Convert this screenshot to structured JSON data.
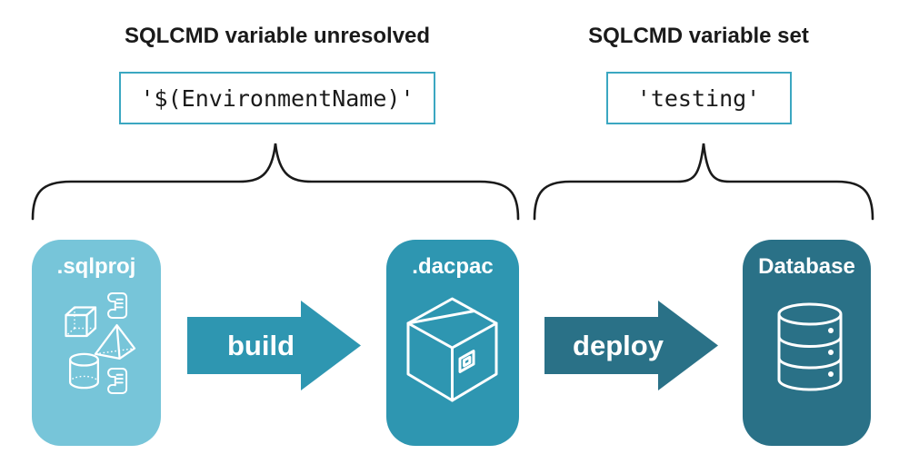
{
  "annotations": {
    "left": {
      "title": "SQLCMD variable unresolved",
      "code": "'$(EnvironmentName)'"
    },
    "right": {
      "title": "SQLCMD variable set",
      "code": "'testing'"
    }
  },
  "pipeline": {
    "stages": [
      {
        "label": ".sqlproj",
        "color": "#77C5D9",
        "icons": [
          "scroll-icon",
          "cube-icon",
          "pyramid-icon",
          "cylinder-icon",
          "scroll-icon"
        ]
      },
      {
        "label": ".dacpac",
        "color": "#2E96B1",
        "icons": [
          "package-icon"
        ]
      },
      {
        "label": "Database",
        "color": "#2A7187",
        "icons": [
          "database-icon"
        ]
      }
    ],
    "arrows": [
      {
        "label": "build",
        "color": "#2E96B1"
      },
      {
        "label": "deploy",
        "color": "#2A7187"
      }
    ]
  },
  "colors": {
    "background": "#FFFFFF",
    "code_box_border": "#3BA7C1",
    "heading_text": "#1A1A1A",
    "code_text": "#1A1A1A",
    "brace_stroke": "#1A1A1A",
    "stage_label_text": "#FFFFFF",
    "arrow_label_text": "#FFFFFF"
  }
}
